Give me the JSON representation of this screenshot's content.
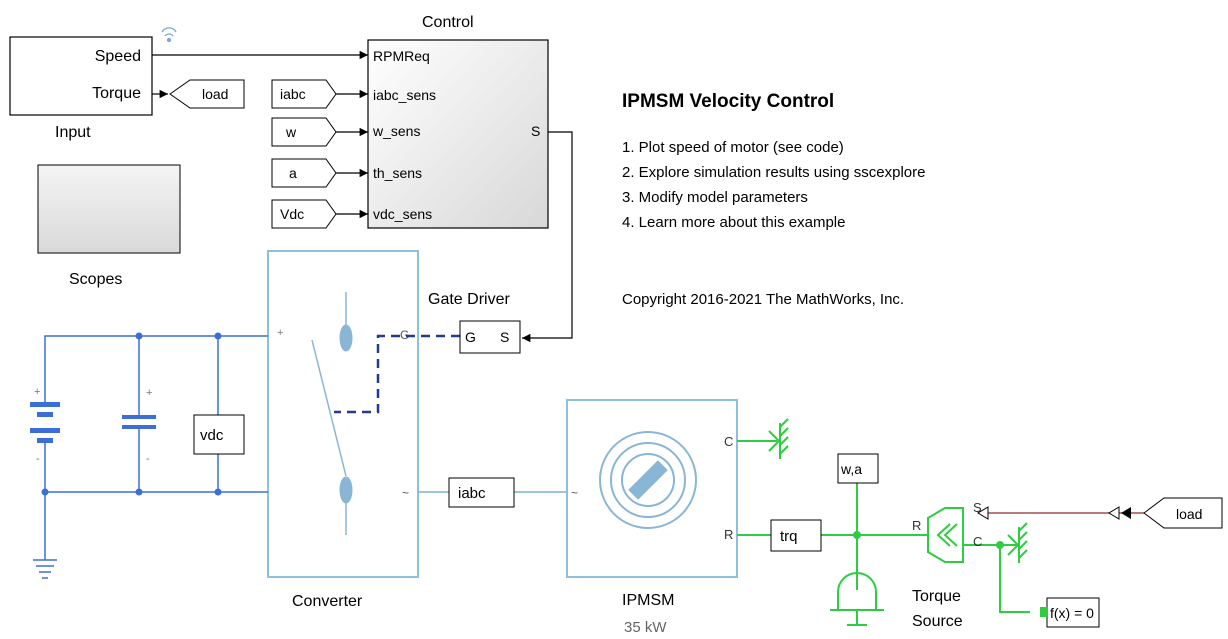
{
  "title": "IPMSM Velocity Control",
  "instructions": [
    "1. Plot speed of motor (see code)",
    "2. Explore simulation results using sscexplore",
    "3. Modify model parameters",
    "4. Learn more about this example"
  ],
  "copyright": "Copyright 2016-2021 The MathWorks, Inc.",
  "blocks": {
    "input": {
      "name": "Input",
      "port_speed": "Speed",
      "port_torque": "Torque"
    },
    "scopes": {
      "name": "Scopes"
    },
    "control": {
      "name": "Control",
      "port_rpm": "RPMReq",
      "port_iabc": "iabc_sens",
      "port_w": "w_sens",
      "port_th": "th_sens",
      "port_vdc": "vdc_sens",
      "port_out": "S"
    },
    "tags_in": {
      "iabc": "iabc",
      "w": "w",
      "a": "a",
      "vdc": "Vdc",
      "load": "load"
    },
    "gate_driver": {
      "name": "Gate Driver",
      "port_g": "G",
      "port_s": "S"
    },
    "converter": {
      "name": "Converter",
      "port_g": "G",
      "port_plus": "+",
      "port_tilde": "~"
    },
    "vdc_sensor": {
      "label": "vdc"
    },
    "iabc_sensor": {
      "label": "iabc"
    },
    "ipmsm": {
      "name": "IPMSM",
      "rating": "35 kW",
      "port_c": "C",
      "port_r": "R",
      "port_tilde": "~"
    },
    "trq_sensor": {
      "label": "trq"
    },
    "wa_sensor": {
      "label": "w,a"
    },
    "torque_source": {
      "name_line1": "Torque",
      "name_line2": "Source",
      "port_r": "R",
      "port_s": "S",
      "port_c": "C"
    },
    "load_tag": {
      "label": "load"
    },
    "solver": {
      "label": "f(x) = 0"
    },
    "battery": {
      "plus": "+",
      "minus": "-"
    },
    "capacitor": {
      "plus": "+",
      "minus": "-"
    }
  },
  "colors": {
    "electrical": "#3c6fd6",
    "mechanical": "#2ecc40",
    "signal": "#000000",
    "physical_signal": "#7fb2d6",
    "block_fill": "#ffffff",
    "subsystem_border": "#8ec0dc",
    "gate_line": "#223c8c",
    "load_line": "#a05050"
  }
}
